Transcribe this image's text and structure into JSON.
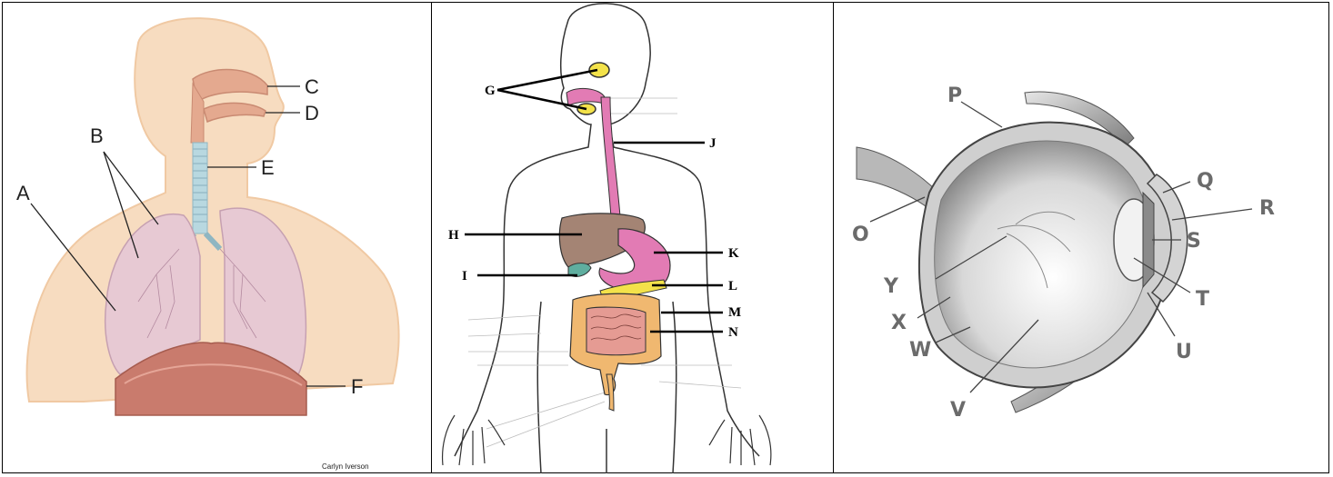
{
  "respiratory": {
    "labels": {
      "a": "A",
      "b": "B",
      "c": "C",
      "d": "D",
      "e": "E",
      "f": "F"
    },
    "credit": "Carlyn Iverson",
    "colors": {
      "skin": "#f7dcc0",
      "lung": "#e7c9d3",
      "trachea": "#b8d8e0",
      "diaphragm": "#c97b6d"
    }
  },
  "digestive": {
    "labels": {
      "g": "G",
      "h": "H",
      "i": "I",
      "j": "J",
      "k": "K",
      "l": "L",
      "m": "M",
      "n": "N"
    },
    "colors": {
      "esophagus": "#e27bb4",
      "liver": "#a48474",
      "stomach": "#e27bb4",
      "intestine": "#f0b870",
      "gland": "#f3e24a"
    }
  },
  "eye": {
    "labels": {
      "o": "O",
      "p": "P",
      "q": "Q",
      "r": "R",
      "s": "S",
      "t": "T",
      "u": "U",
      "v": "V",
      "w": "W",
      "x": "X",
      "y": "Y"
    }
  }
}
